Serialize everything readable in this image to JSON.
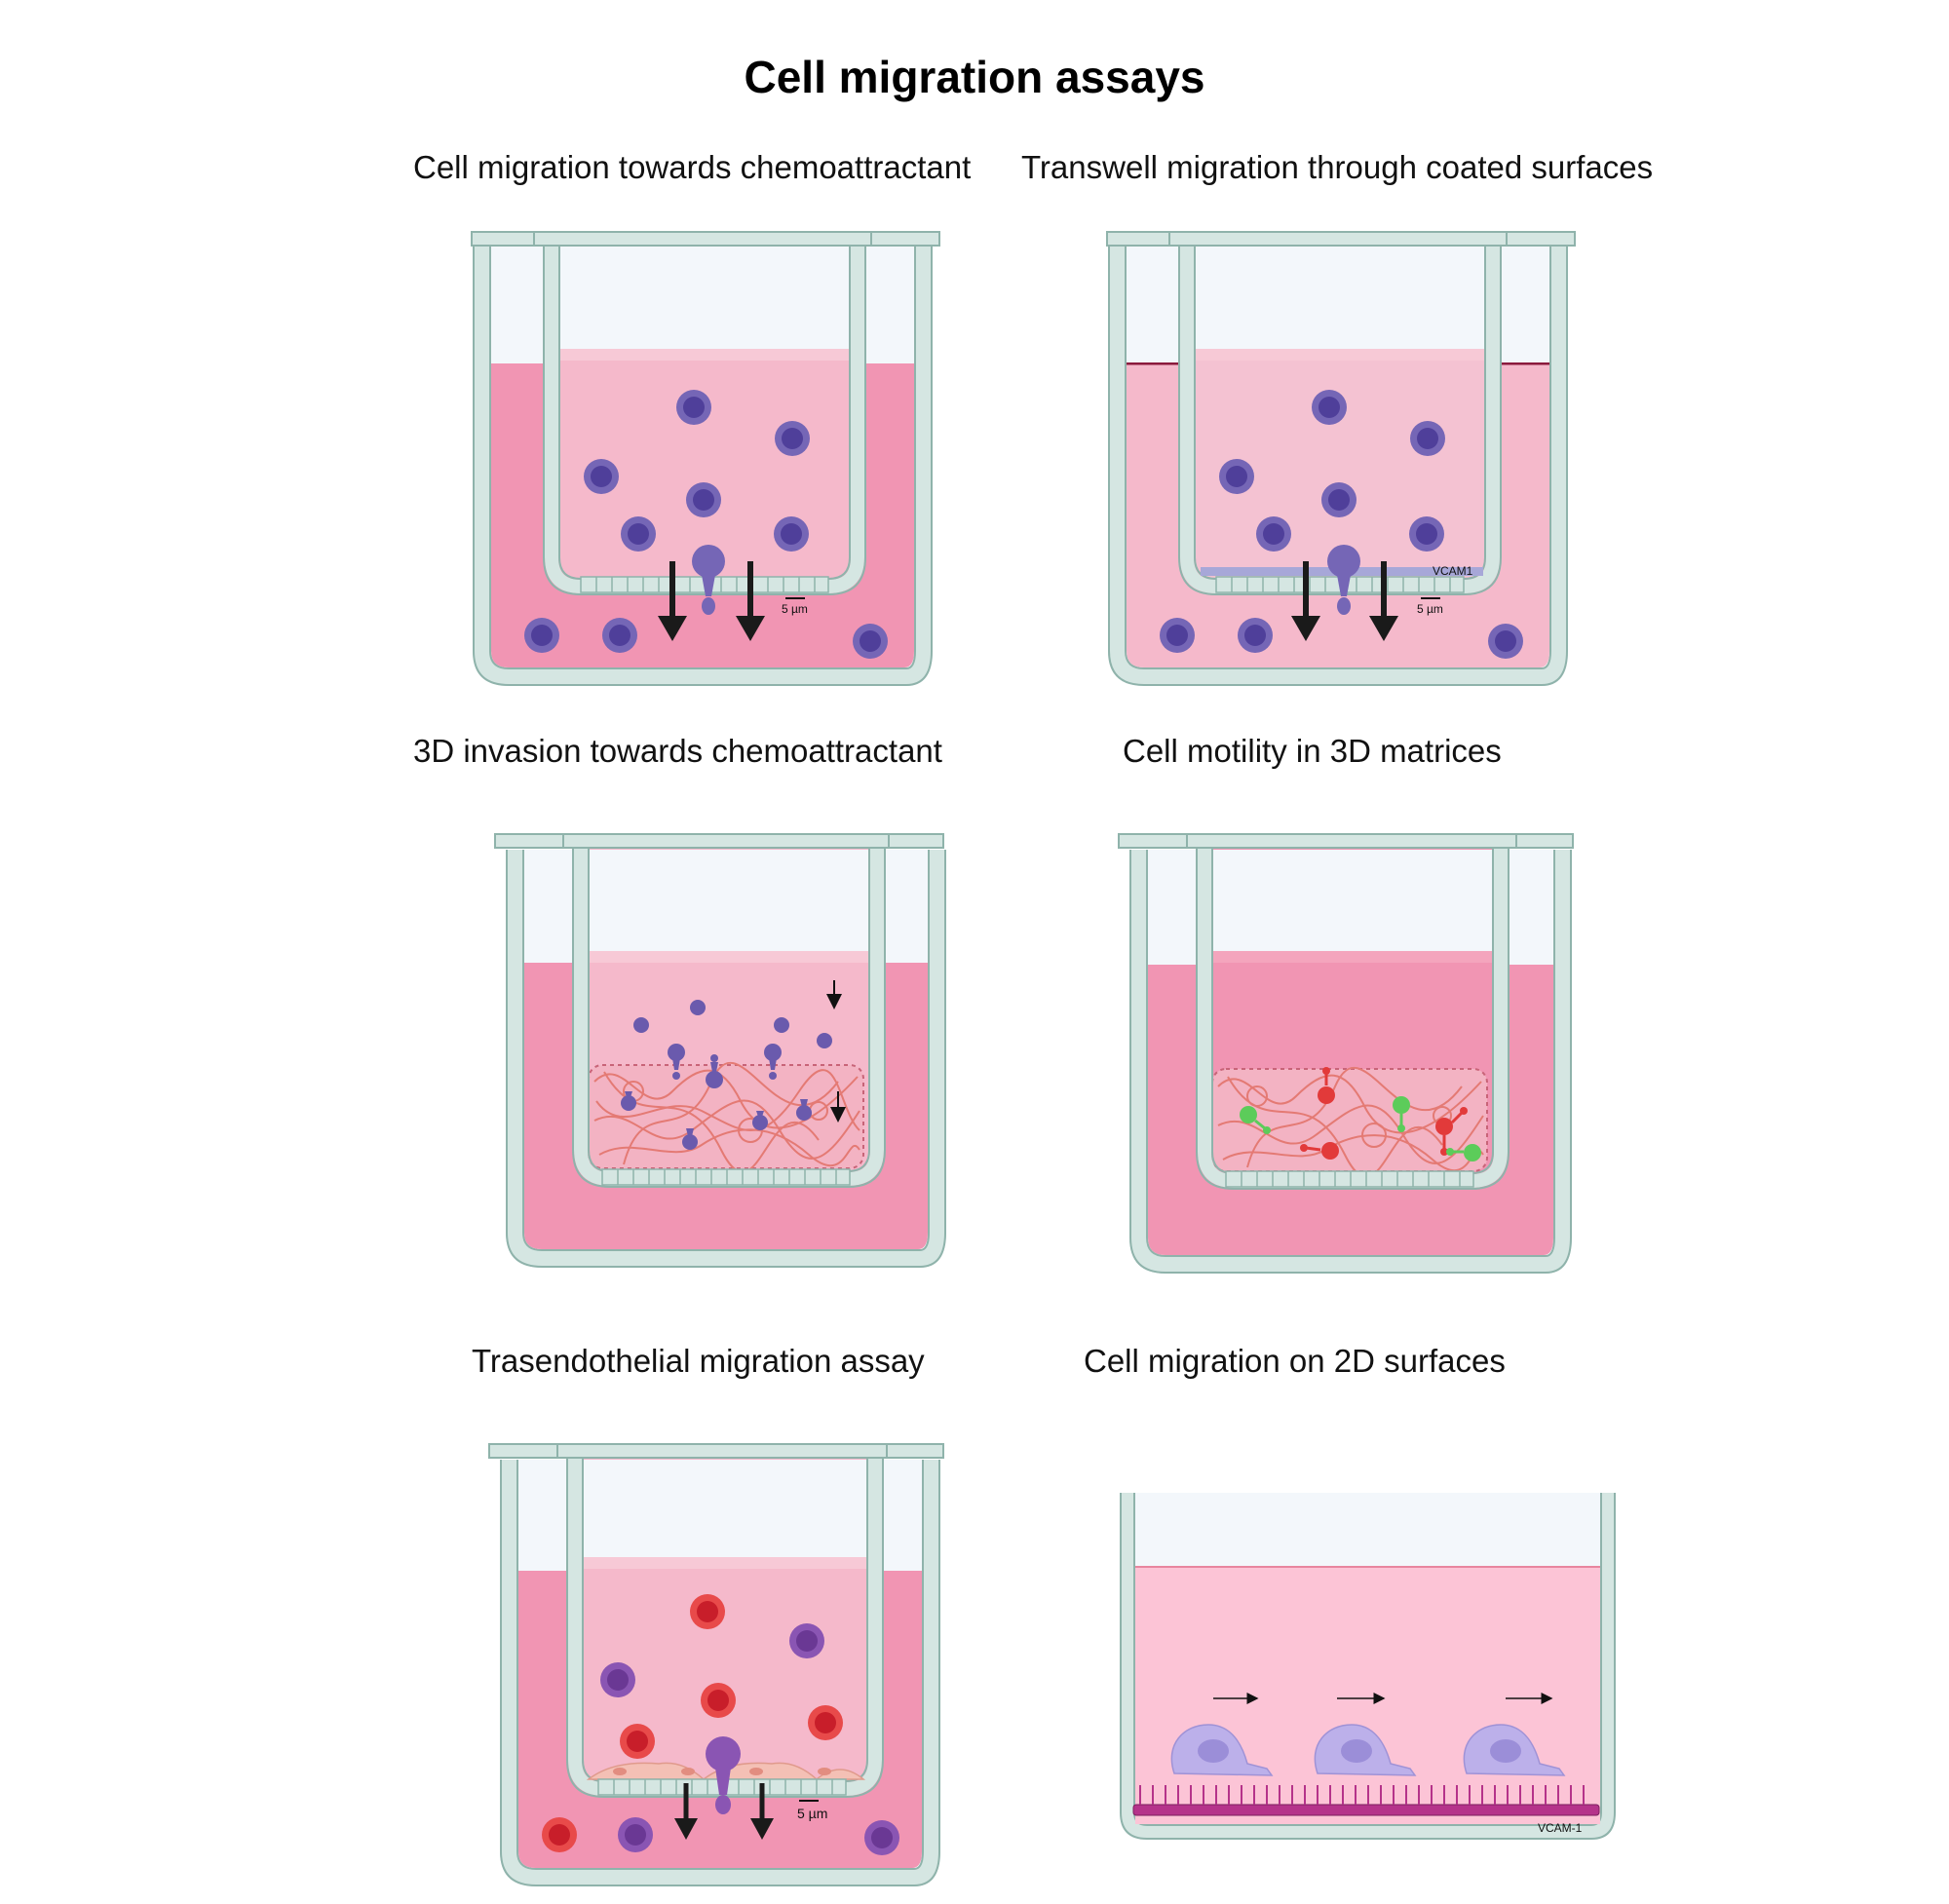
{
  "title": "Cell migration assays",
  "panels": [
    {
      "title": "Cell migration towards chemoattractant",
      "scale_label": "5 µm"
    },
    {
      "title": "Transwell migration through coated surfaces",
      "scale_label": "5 µm",
      "coating_label": "VCAM1"
    },
    {
      "title": "3D invasion towards chemoattractant"
    },
    {
      "title": "Cell motility in 3D matrices"
    },
    {
      "title": "Trasendothelial migration assay",
      "scale_label": "5 µm"
    },
    {
      "title": "Cell migration on 2D surfaces",
      "coating_label": "VCAM-1"
    }
  ],
  "colors": {
    "well_wall": "#d5e6e2",
    "well_outline": "#8fb3ab",
    "outer_medium": "#f195b3",
    "insert_medium": "#f5b9cb",
    "air": "#f3f7fb",
    "cell_purple": "#6a5aad",
    "cell_red": "#e23a3a",
    "cell_green": "#5ccc5a",
    "cell_lilac": "#b7a7e4",
    "matrix_fiber": "#e47a74",
    "vcam_coat": "#a7a7d8",
    "surface_magenta": "#b5338a"
  }
}
